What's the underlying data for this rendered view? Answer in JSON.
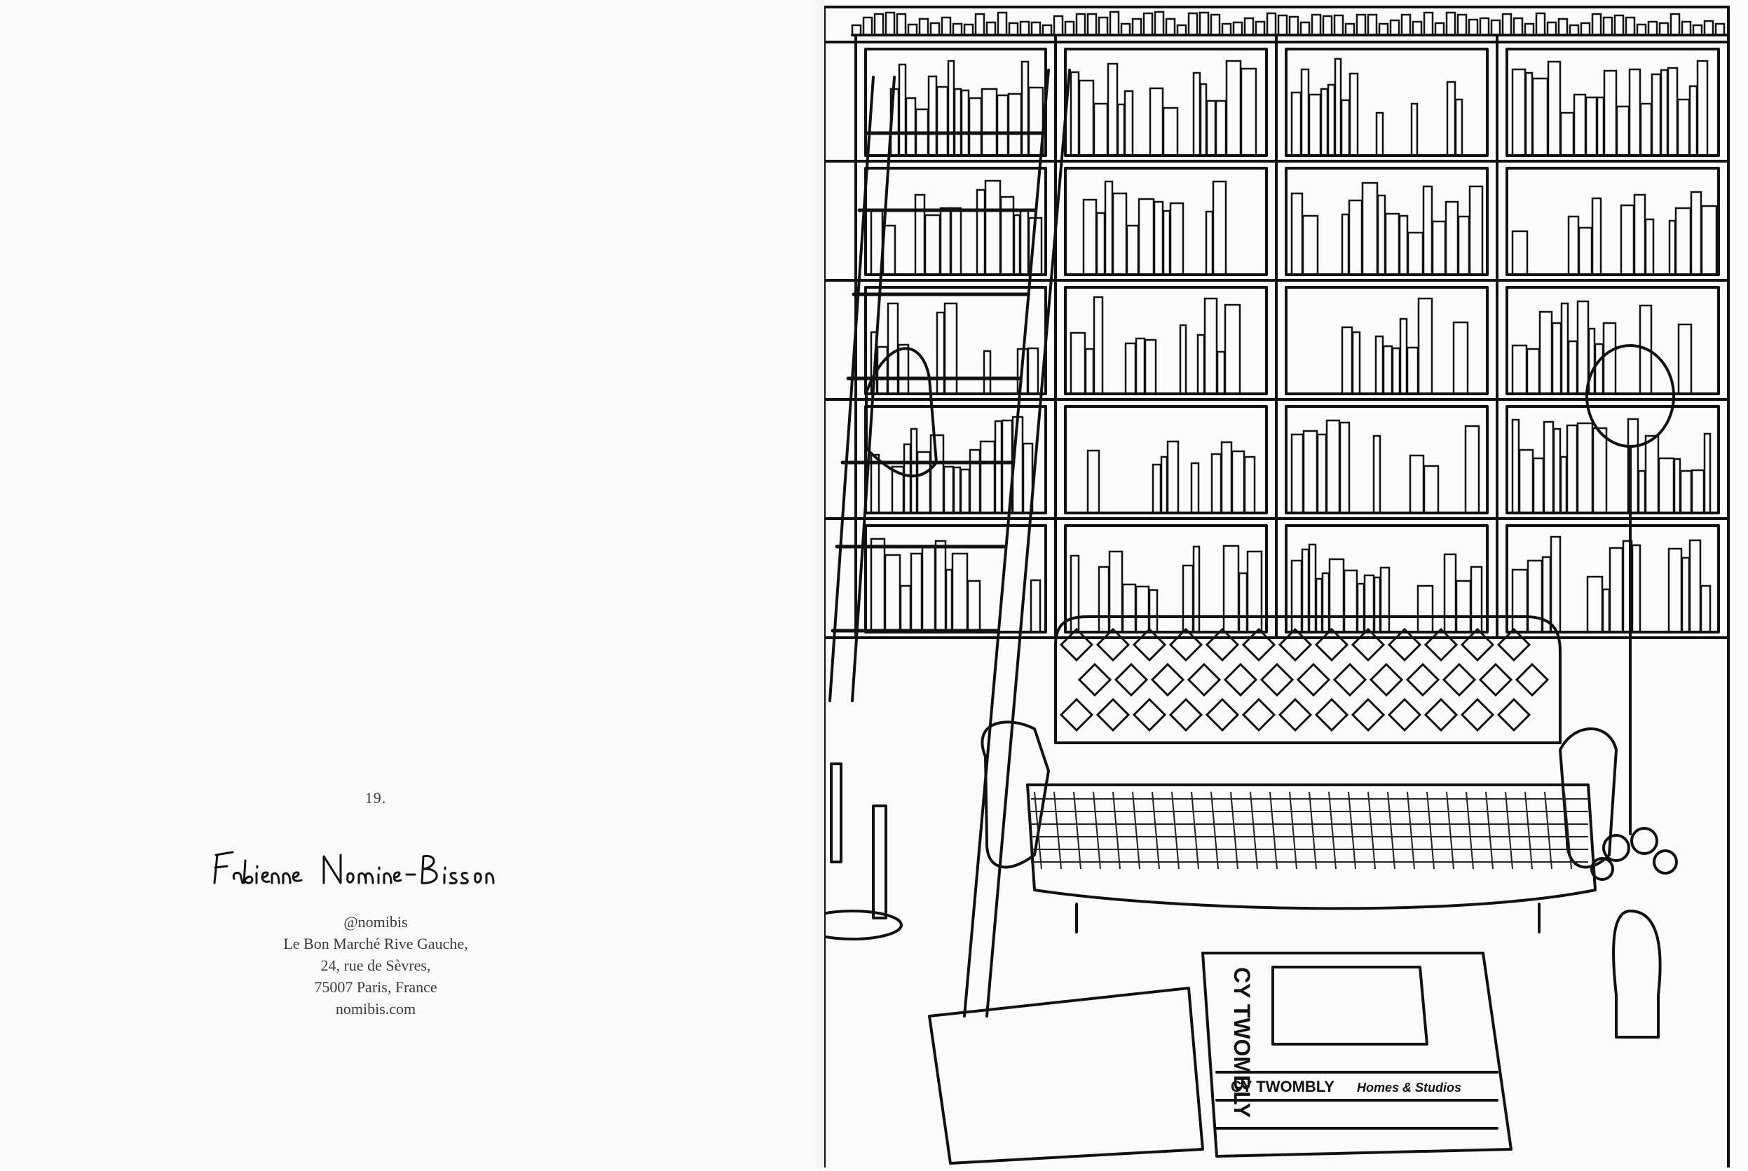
{
  "page": {
    "number": "19.",
    "artist_signature": "Fabienne Nomine - Bisson",
    "contact": {
      "handle": "@nomibis",
      "store": "Le Bon Marché Rive Gauche,",
      "street": "24, rue de Sèvres,",
      "city": "75007 Paris, France",
      "website": "nomibis.com"
    }
  },
  "illustration": {
    "book_spine_title": "CY TWOMBLY",
    "book_cover_title": "CY TWOMBLY",
    "book_cover_subtitle": "Homes & Studios"
  }
}
